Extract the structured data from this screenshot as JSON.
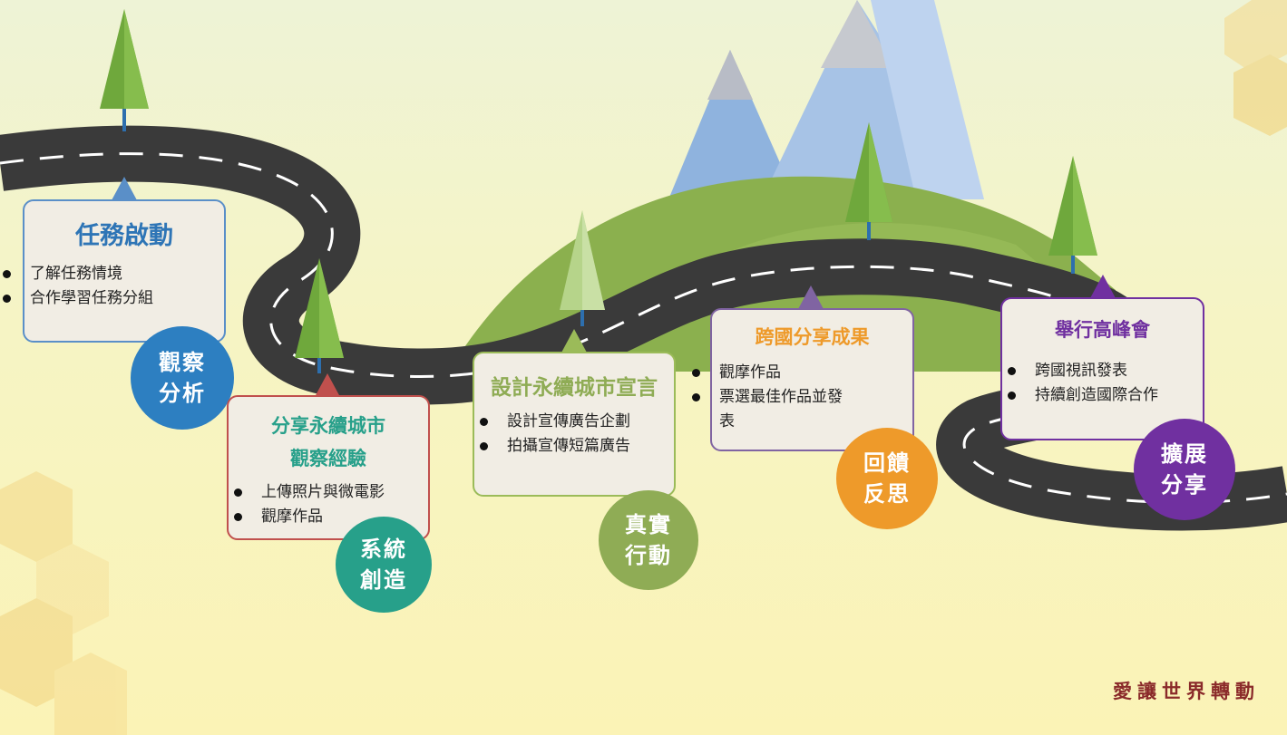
{
  "stages": [
    {
      "title": "任務啟動",
      "items": [
        "了解任務情境",
        "合作學習任務分組"
      ],
      "badge": [
        "觀察",
        "分析"
      ],
      "color": "#2d7fc1",
      "border": "#5a8fc8"
    },
    {
      "title": [
        "分享永續城市",
        "觀察經驗"
      ],
      "items": [
        "上傳照片與微電影",
        "觀摩作品"
      ],
      "badge": [
        "系統",
        "創造"
      ],
      "color": "#27a08a",
      "border": "#c0504d"
    },
    {
      "title": "設計永續城市宣言",
      "items": [
        "設計宣傳廣告企劃",
        "拍攝宣傳短篇廣告"
      ],
      "badge": [
        "真實",
        "行動"
      ],
      "color": "#8fac55",
      "border": "#9bbb59"
    },
    {
      "title": "跨國分享成果",
      "items": [
        "觀摩作品",
        "票選最佳作品並發表"
      ],
      "badge": [
        "回饋",
        "反思"
      ],
      "color": "#ee9a2a",
      "border": "#8064a2"
    },
    {
      "title": "舉行高峰會",
      "items": [
        "跨國視訊發表",
        "持續創造國際合作"
      ],
      "badge": [
        "擴展",
        "分享"
      ],
      "color": "#7030a0",
      "border": "#7030a0"
    }
  ],
  "brand": "愛讓世界轉動"
}
